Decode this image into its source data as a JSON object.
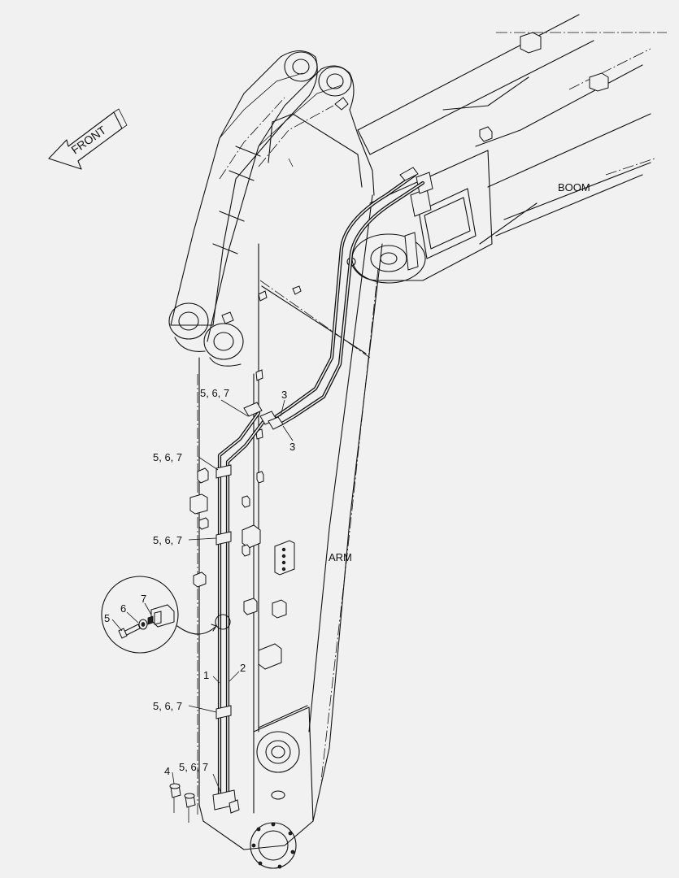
{
  "labels": {
    "front": "FRONT",
    "boom": "BOOM",
    "arm": "ARM"
  },
  "callouts": {
    "clamp_set": "5, 6, 7",
    "hose_1": "1",
    "hose_2": "2",
    "fitting_3": "3",
    "plug_4": "4",
    "bolt_5": "5",
    "washer_6": "6",
    "clamp_7": "7"
  }
}
